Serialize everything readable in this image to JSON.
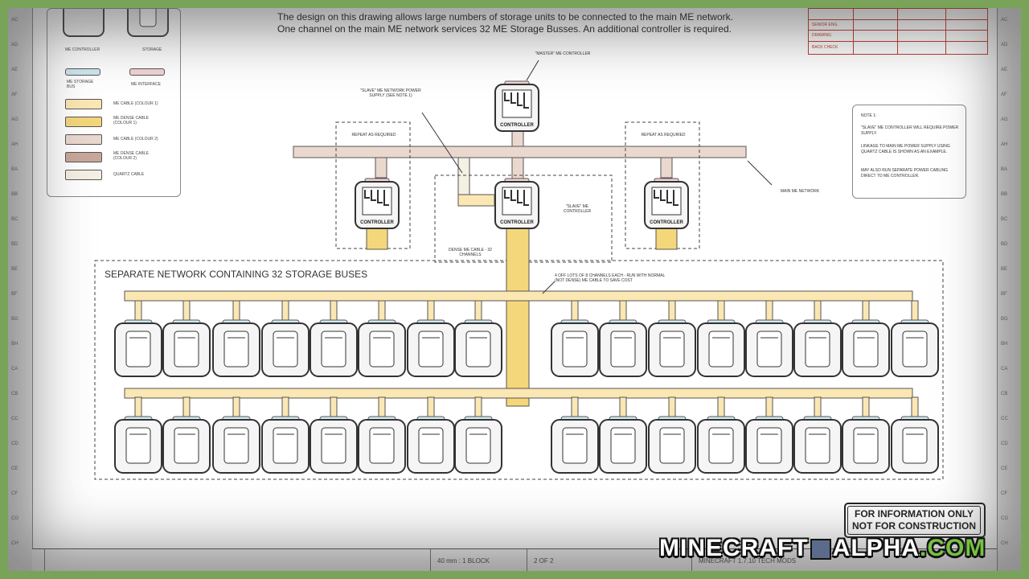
{
  "header": {
    "line1": "The design on this drawing allows large numbers of storage units to be connected to the main ME network.",
    "line2": "One channel on the main ME network services 32 ME Storage Busses. An additional controller is required."
  },
  "legend": {
    "top_items": [
      "ME CONTROLLER",
      "STORAGE"
    ],
    "mid_items": [
      "ME STORAGE BUS",
      "ME INTERFACE"
    ],
    "items": [
      {
        "label": "ME CABLE (COLOUR 1)",
        "color": "#fbe7b3"
      },
      {
        "label": "ME DENSE CABLE (COLOUR 1)",
        "color": "#f4d77a"
      },
      {
        "label": "ME CABLE (COLOUR 2)",
        "color": "#ead8cf"
      },
      {
        "label": "ME DENSE CABLE (COLOUR 2)",
        "color": "#c8a89a"
      },
      {
        "label": "QUARTZ CABLE",
        "color": "#f5f0e4"
      }
    ]
  },
  "title_block": {
    "rows": [
      "SENIOR ENG.",
      "DRAWING",
      "BACK CHECK"
    ]
  },
  "diagram": {
    "master_label": "\"MASTER\" ME CONTROLLER",
    "slave_power_label": "\"SLAVE\" ME NETWORK POWER SUPPLY (SEE NOTE 1)",
    "slave_controller_label": "\"SLAVE\" ME CONTROLLER",
    "repeat_left": "REPEAT AS REQUIRED",
    "repeat_right": "REPEAT AS REQUIRED",
    "main_network_label": "MAIN ME NETWORK",
    "dense_cable_label": "DENSE ME CABLE - 32 CHANNELS",
    "split_label": "4 OFF LOTS OF 8 CHANNELS EACH - RUN WITH NORMAL (NOT DENSE) ME CABLE TO SAVE COST",
    "separate_network_title": "SEPARATE NETWORK CONTAINING 32 STORAGE BUSES",
    "controller_text": "CONTROLLER"
  },
  "note": {
    "title": "NOTE 1:",
    "lines": [
      "\"SLAVE\" ME CONTROLLER WILL REQUIRE POWER SUPPLY.",
      "LINKAGE TO MAIN ME POWER SUPPLY USING QUARTZ CABLE IS SHOWN AS AN EXAMPLE.",
      "MAY ALSO RUN SEPARATE POWER CABLING DIRECT TO ME CONTROLLER."
    ]
  },
  "stamp": {
    "line1": "FOR INFORMATION ONLY",
    "line2": "NOT FOR CONSTRUCTION"
  },
  "bottom": {
    "scale": "40 mm : 1 BLOCK",
    "sheet": "2 OF 2",
    "project": "MINECRAFT 1.7.10 TECH MODS"
  },
  "brand": {
    "part1": "MINECRAFT",
    "part2": "ALPHA",
    "part3": ".COM"
  },
  "ruler_left": [
    "AC",
    "AD",
    "AE",
    "AF",
    "AG",
    "AH",
    "BA",
    "BB",
    "BC",
    "BD",
    "BE",
    "BF",
    "BG",
    "BH",
    "CA",
    "CB",
    "CC",
    "CD",
    "CE",
    "CF",
    "CG",
    "CH"
  ],
  "colors": {
    "cable": "#fbe7b3",
    "dense": "#f4d77a",
    "main_net": "#ead8cf",
    "brand_green": "#76c043"
  }
}
